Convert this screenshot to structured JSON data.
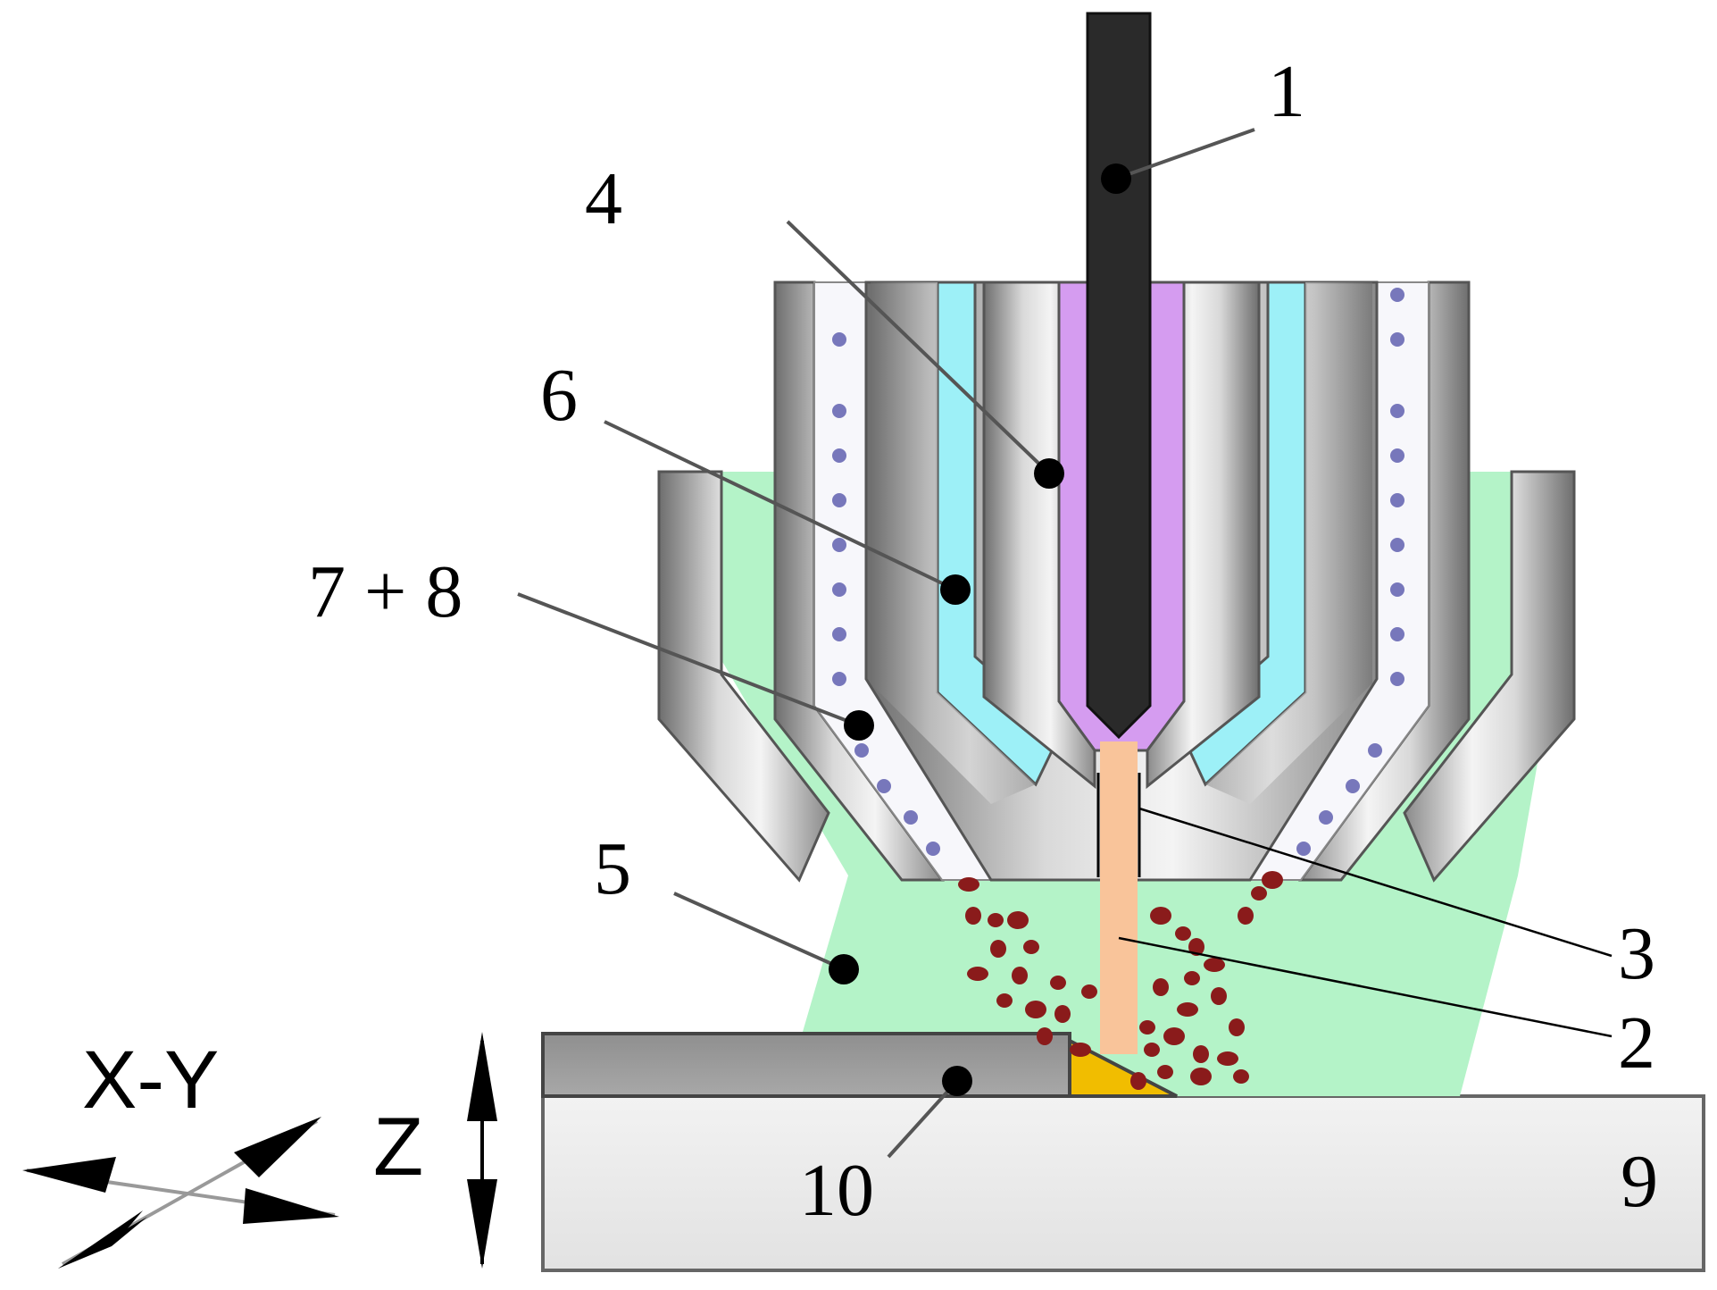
{
  "callouts": {
    "c1": "1",
    "c2": "2",
    "c3": "3",
    "c4": "4",
    "c5": "5",
    "c6": "6",
    "c78": "7 + 8",
    "c9": "9",
    "c10": "10"
  },
  "axes": {
    "xy": "X-Y",
    "z": "Z"
  },
  "colors": {
    "electrode": "#2a2a2a",
    "plasma_gas": "#d59cf0",
    "cooling": "#9df0f7",
    "shield_gas": "#b4f3c8",
    "arc": "#f9c49a",
    "powder": "#8a1b1b",
    "powder_carrier": "#7777bb",
    "deposit": "#f1bd00",
    "substrate": "#e8e8e8",
    "layer": "#9a9a9a"
  }
}
